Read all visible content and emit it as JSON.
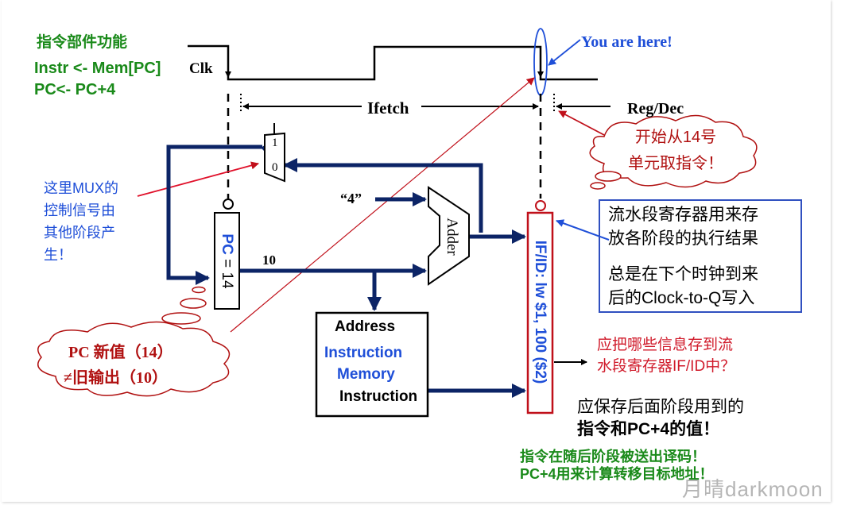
{
  "header": {
    "title": "指令部件功能",
    "line1": "Instr <- Mem[PC]",
    "line2": "PC<- PC+4"
  },
  "timing": {
    "clk_label": "Clk",
    "you_are_here": "You are here!",
    "ifetch_label": "Ifetch",
    "regdec_label": "Reg/Dec"
  },
  "callouts": {
    "start_fetch": [
      "开始从14号",
      "单元取指令！"
    ],
    "mux_note": [
      "这里MUX的",
      "控制信号由",
      "其他阶段产",
      "生！"
    ],
    "pc_note": [
      "PC 新值（14）",
      "≠旧输出（10）"
    ],
    "pipeline_reg_note": [
      "流水段寄存器用来存",
      "放各阶段的执行结果",
      "总是在下个时钟到来",
      "后的Clock-to-Q写入"
    ],
    "question": [
      "应把哪些信息存到流",
      "水段寄存器IF/ID中？"
    ],
    "answer": [
      "应保存后面阶段用到的",
      "指令和PC+4的值！"
    ],
    "green_notes": [
      "指令在随后阶段被送出译码！",
      "PC+4用来计算转移目标地址！"
    ]
  },
  "datapath": {
    "mux_in1": "1",
    "mux_in0": "0",
    "const_four": "“4”",
    "adder_label": "Adder",
    "pc_label": "PC",
    "pc_value": " = 14",
    "pc_out_value": "10",
    "imem_address": "Address",
    "imem_title1": "Instruction",
    "imem_title2": "Memory",
    "imem_output": "Instruction",
    "ifid_label": "IF/ID: lw $1, 100 ($2)"
  },
  "watermark": "月晴darkmoon",
  "colors": {
    "wire": "#0c2466",
    "callout_red": "#c0101a",
    "note_blue": "#1f4fd8",
    "green": "#1a8a1a"
  }
}
